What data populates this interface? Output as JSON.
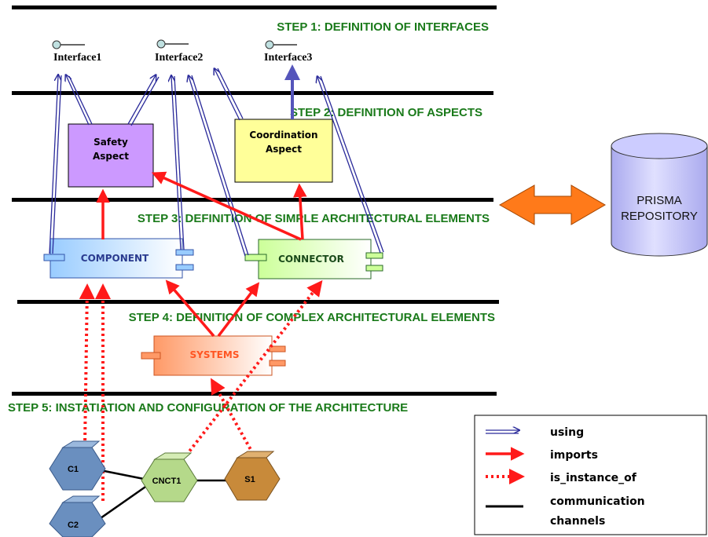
{
  "steps": {
    "s1": "STEP 1: DEFINITION OF INTERFACES",
    "s2": "STEP 2: DEFINITION OF ASPECTS",
    "s3": "STEP 3: DEFINITION OF SIMPLE ARCHITECTURAL ELEMENTS",
    "s4": "STEP 4: DEFINITION OF COMPLEX ARCHITECTURAL ELEMENTS",
    "s5": "STEP 5: INSTATIATION AND CONFIGURATION OF  THE ARCHITECTURE"
  },
  "interfaces": {
    "i1": "Interface1",
    "i2": "Interface2",
    "i3": "Interface3"
  },
  "aspects": {
    "safety_line1": "Safety",
    "safety_line2": "Aspect",
    "coord_line1": "Coordination",
    "coord_line2": "Aspect"
  },
  "elements": {
    "component": "COMPONENT",
    "connector": "CONNECTOR",
    "systems": "SYSTEMS"
  },
  "repository": {
    "line1": "PRISMA",
    "line2": "REPOSITORY"
  },
  "instances": {
    "c1": "C1",
    "c2": "C2",
    "cnct1": "CNCT1",
    "s1": "S1"
  },
  "legend": {
    "using": "using",
    "imports": "imports",
    "is_instance_of": "is_instance_of",
    "comm_line1": "communication",
    "comm_line2": "channels"
  },
  "colors": {
    "step_text": "#1a7a1a",
    "using": "#2a2a9a",
    "imports": "#ff1a1a",
    "safety_fill": "#cc99ff",
    "coord_fill": "#ffff99",
    "component_fill": "#99ccff",
    "connector_fill": "#ccff99",
    "systems_fill": "#ff9966",
    "repo_fill": "#ccccff",
    "repo_arrow": "#ff7a1a"
  }
}
